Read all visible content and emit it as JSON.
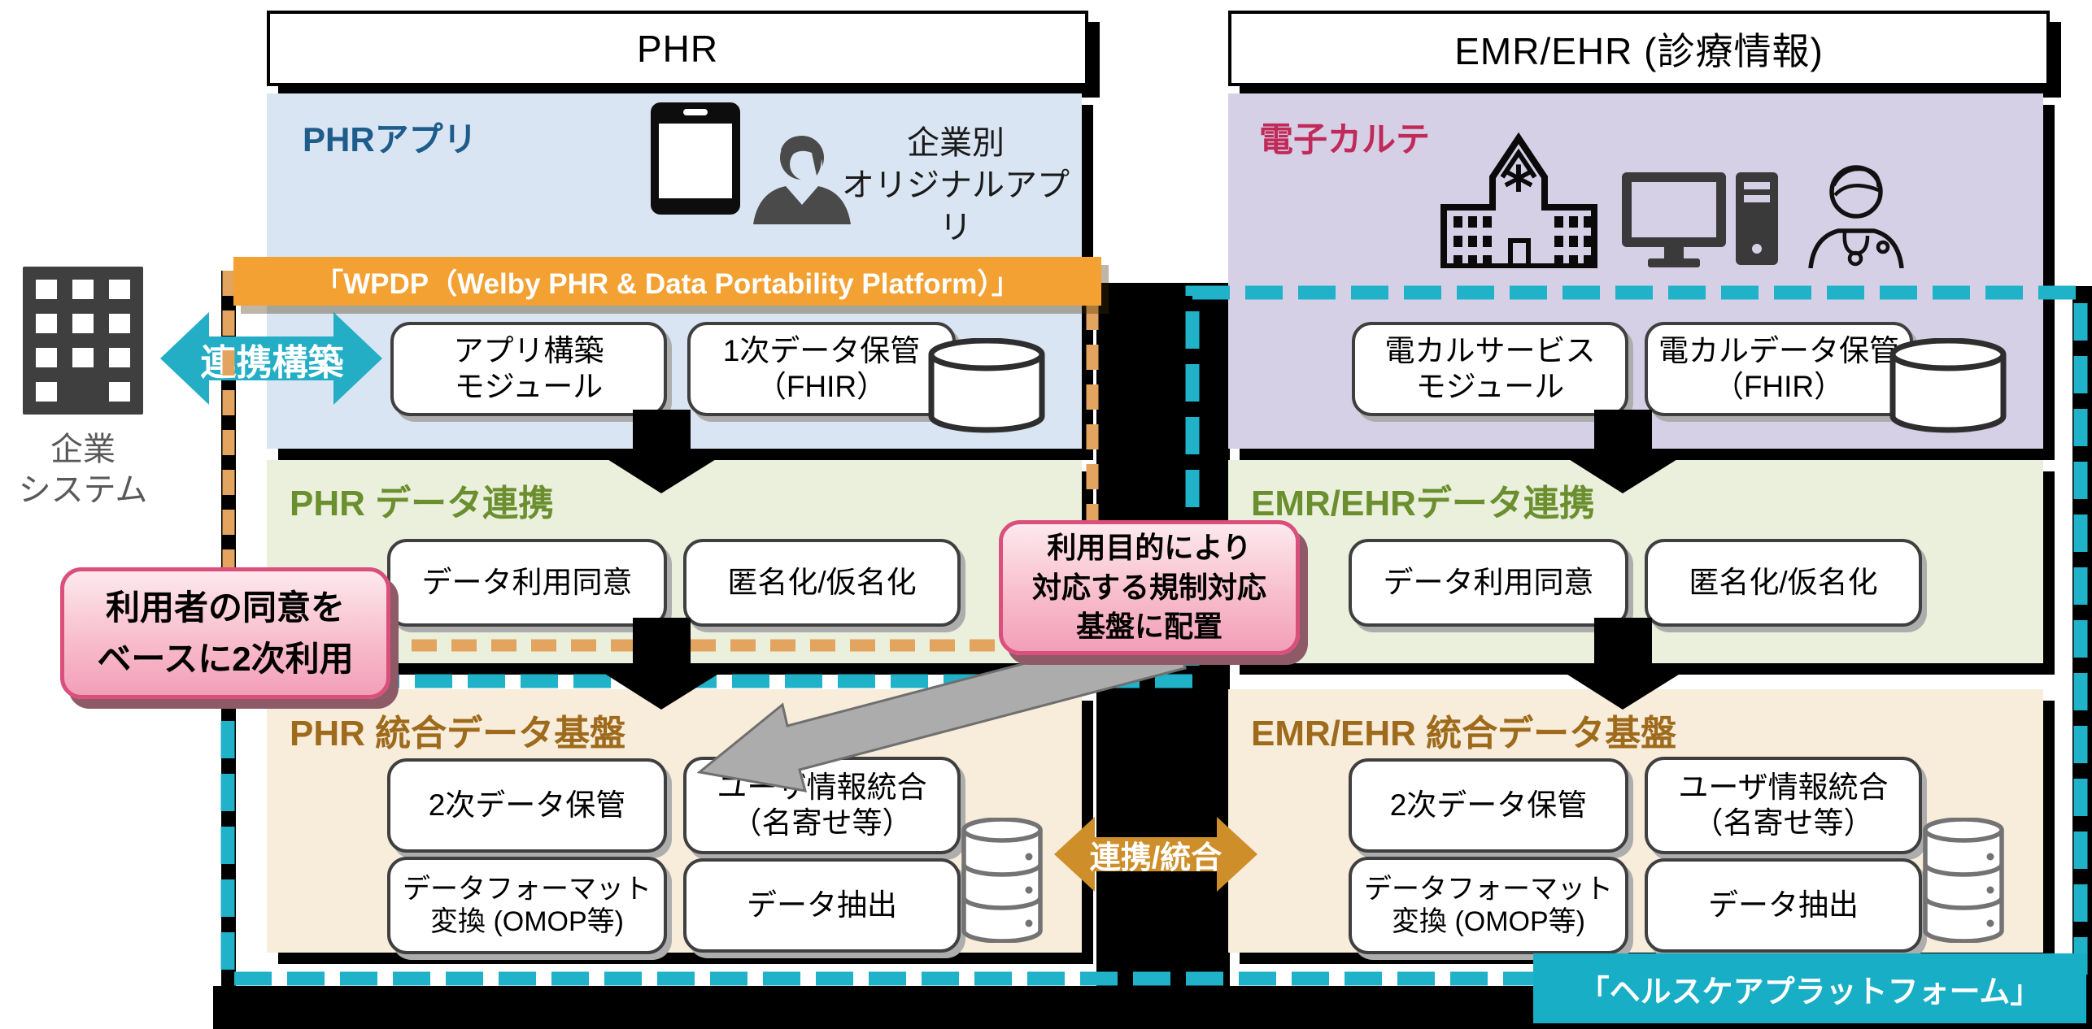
{
  "phr": {
    "header": "PHR",
    "app_title": "PHRアプリ",
    "app_note1": "企業別",
    "app_note2": "オリジナルアプリ",
    "wpdp_banner": "「WPDP（Welby PHR & Data Portability Platform）」",
    "module1_l1": "アプリ構築",
    "module1_l2": "モジュール",
    "module2_l1": "1次データ保管",
    "module2_l2": "（FHIR）",
    "link_title": "PHR データ連携",
    "link_box1": "データ利用同意",
    "link_box2": "匿名化/仮名化",
    "platform_title": "PHR 統合データ基盤",
    "p_box1": "2次データ保管",
    "p_box2_l1": "ユーザ情報統合",
    "p_box2_l2": "（名寄せ等）",
    "p_box3_l1": "データフォーマット",
    "p_box3_l2": "変換 (OMOP等)",
    "p_box4": "データ抽出"
  },
  "emr": {
    "header": "EMR/EHR (診療情報)",
    "karte_title": "電子カルテ",
    "module1_l1": "電カルサービス",
    "module1_l2": "モジュール",
    "module2_l1": "電カルデータ保管",
    "module2_l2": "（FHIR）",
    "link_title": "EMR/EHRデータ連携",
    "link_box1": "データ利用同意",
    "link_box2": "匿名化/仮名化",
    "platform_title": "EMR/EHR 統合データ基盤",
    "p_box1": "2次データ保管",
    "p_box2_l1": "ユーザ情報統合",
    "p_box2_l2": "（名寄せ等）",
    "p_box3_l1": "データフォーマット",
    "p_box3_l2": "変換 (OMOP等)",
    "p_box4": "データ抽出"
  },
  "left_side": {
    "company_l1": "企業",
    "company_l2": "システム",
    "build_link_label": "連携構築"
  },
  "badges": {
    "left_l1": "利用者の同意を",
    "left_l2": "ベースに2次利用",
    "right_l1": "利用目的により",
    "right_l2": "対応する規制対応",
    "right_l3": "基盤に配置"
  },
  "middle": {
    "integration_label": "連携/統合"
  },
  "footer": {
    "healthcare_platform": "「ヘルスケアプラットフォーム」"
  },
  "icons": {
    "building": "company-building-icon",
    "smartphone": "smartphone-icon",
    "person": "user-person-icon",
    "hospital": "hospital-icon",
    "computer": "desktop-computer-icon",
    "doctor": "doctor-icon",
    "database_single": "database-cylinder-icon",
    "database_stack": "database-stack-icon"
  },
  "colors": {
    "phr_panel": "#D9E5F2",
    "emr_panel": "#D6D0E6",
    "link_panel": "#EAF0DC",
    "platform_panel": "#F8ECDA",
    "banner_orange": "#F2A132",
    "dash_orange": "#E2A45F",
    "teal": "#23AEC6",
    "dash_cyan": "#1FB2C8",
    "healthcare_cyan": "#18AEC5",
    "badge_pink_border": "#DB4F7D",
    "phr_title_blue": "#1E5C8B",
    "karte_crimson": "#C02A59",
    "link_title_olive": "#6B8F2E",
    "platform_title_brown": "#9E6A1C",
    "integration_orange": "#CE8F2B"
  }
}
